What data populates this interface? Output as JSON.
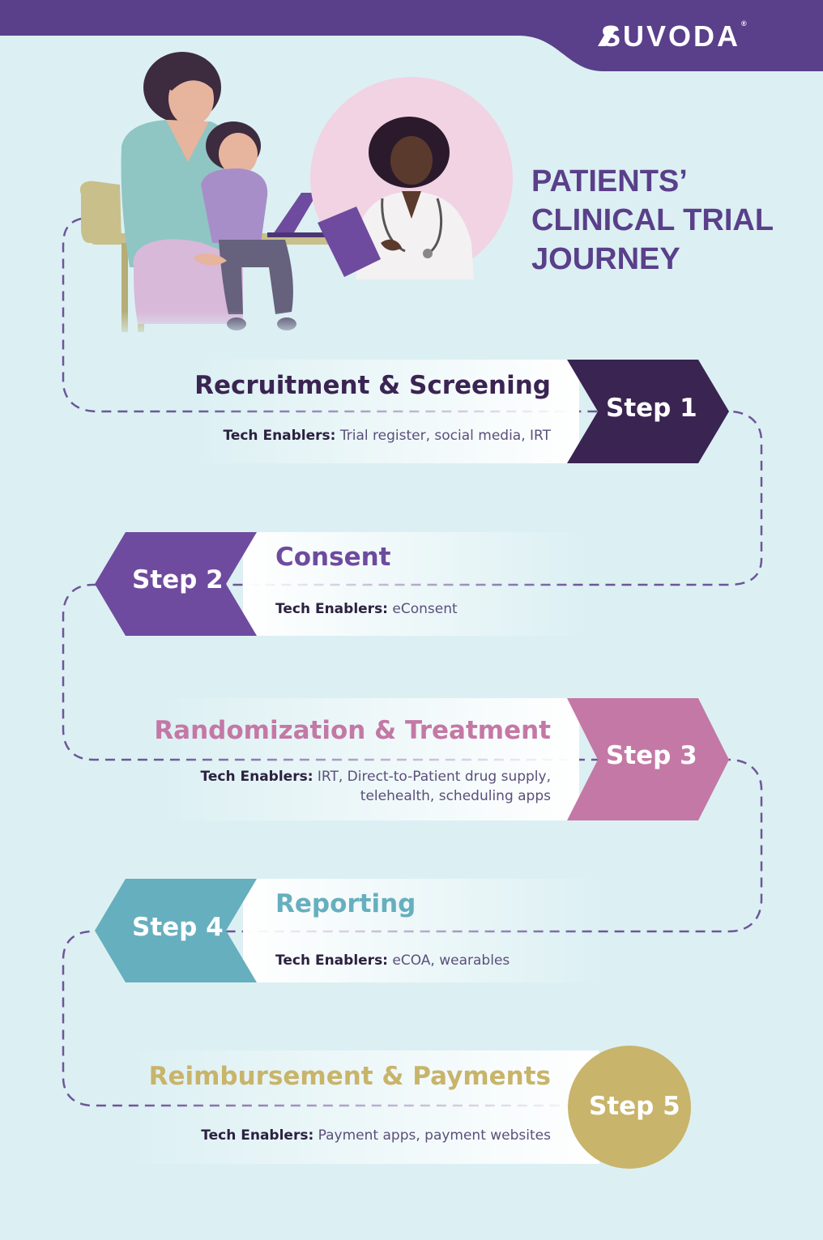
{
  "brand": {
    "name": "SUVODA",
    "registered_mark": "®"
  },
  "title_lines": [
    "PATIENTS’",
    "CLINICAL TRIAL",
    "JOURNEY"
  ],
  "enablers_label": "Tech Enablers:",
  "colors": {
    "background": "#dcf0f3",
    "header": "#5a3f8a",
    "step1": "#3a2452",
    "step2": "#6e4b9e",
    "step3": "#c478a5",
    "step4": "#66afbe",
    "step5": "#c8b46a",
    "path": "#6e559a"
  },
  "steps": [
    {
      "label": "Step 1",
      "title": "Recruitment & Screening",
      "enablers": [
        "Trial register, social media, IRT"
      ]
    },
    {
      "label": "Step 2",
      "title": "Consent",
      "enablers": [
        "eConsent"
      ]
    },
    {
      "label": "Step 3",
      "title": "Randomization & Treatment",
      "enablers": [
        "IRT, Direct-to-Patient drug supply,",
        "telehealth, scheduling apps"
      ]
    },
    {
      "label": "Step 4",
      "title": "Reporting",
      "enablers": [
        "eCOA, wearables"
      ]
    },
    {
      "label": "Step 5",
      "title": "Reimbursement & Payments",
      "enablers": [
        "Payment apps, payment websites"
      ]
    }
  ]
}
